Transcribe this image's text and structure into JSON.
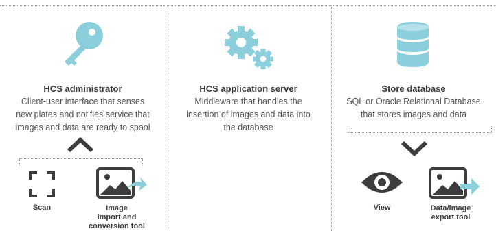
{
  "colors": {
    "accent": "#8ccfdc",
    "dark": "#3d3d3d",
    "text": "#555555"
  },
  "columns": [
    {
      "icon": "key-icon",
      "title": "HCS administrator",
      "desc": [
        "Client-user interface that senses",
        "new plates and notifies service that",
        "images and data are ready to spool"
      ],
      "arrow": "chevron-up-icon",
      "tools": [
        {
          "icon": "scan-icon",
          "label": [
            "Scan"
          ]
        },
        {
          "icon": "image-import-icon",
          "label": [
            "Image",
            "import and",
            "conversion tool"
          ]
        }
      ]
    },
    {
      "icon": "gears-icon",
      "title": "HCS application server",
      "desc": [
        "Middleware that handles the",
        "insertion of images and data into",
        "the database"
      ]
    },
    {
      "icon": "database-icon",
      "title": "Store database",
      "desc": [
        "SQL or Oracle Relational Database",
        "that stores images and data"
      ],
      "arrow": "chevron-down-icon",
      "tools": [
        {
          "icon": "eye-icon",
          "label": [
            "View"
          ]
        },
        {
          "icon": "image-export-icon",
          "label": [
            "Data/image",
            "export tool"
          ]
        }
      ]
    }
  ]
}
